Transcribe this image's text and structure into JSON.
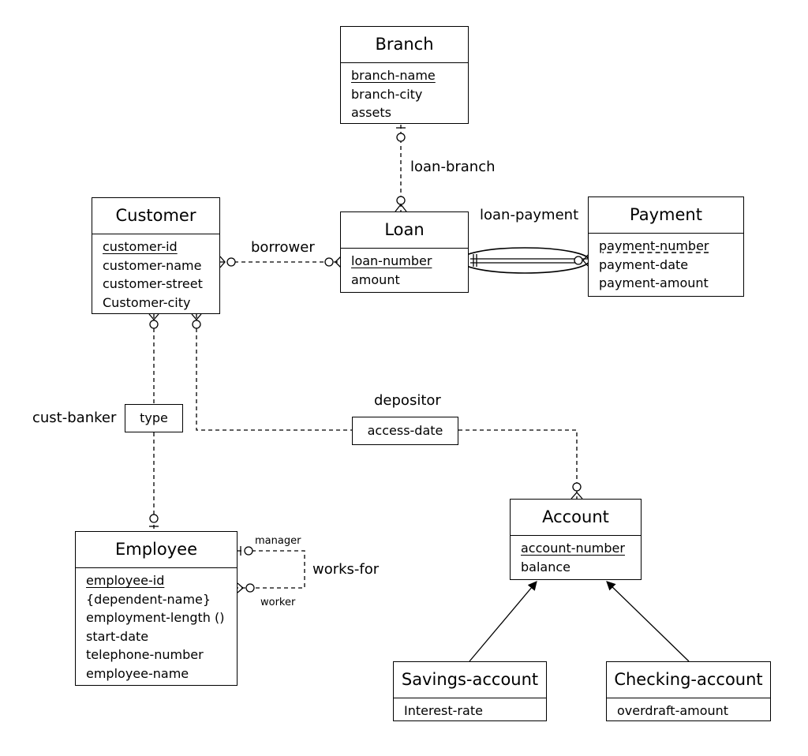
{
  "entities": {
    "branch": {
      "title": "Branch",
      "attrs": [
        "branch-name",
        "branch-city",
        "assets"
      ]
    },
    "customer": {
      "title": "Customer",
      "attrs": [
        "customer-id",
        "customer-name",
        "customer-street",
        "Customer-city"
      ]
    },
    "loan": {
      "title": "Loan",
      "attrs": [
        "loan-number",
        "amount"
      ]
    },
    "payment": {
      "title": "Payment",
      "attrs": [
        "payment-number",
        "payment-date",
        "payment-amount"
      ]
    },
    "employee": {
      "title": "Employee",
      "attrs": [
        "employee-id",
        "{dependent-name}",
        "employment-length ()",
        "start-date",
        "telephone-number",
        "employee-name"
      ]
    },
    "account": {
      "title": "Account",
      "attrs": [
        "account-number",
        "balance"
      ]
    },
    "savings": {
      "title": "Savings-account",
      "attrs": [
        "Interest-rate"
      ]
    },
    "checking": {
      "title": "Checking-account",
      "attrs": [
        "overdraft-amount"
      ]
    }
  },
  "relationships": {
    "loan_branch": "loan-branch",
    "borrower": "borrower",
    "loan_payment": "loan-payment",
    "cust_banker": "cust-banker",
    "cust_banker_attr": "type",
    "depositor": "depositor",
    "depositor_attr": "access-date",
    "works_for": "works-for",
    "manager_role": "manager",
    "worker_role": "worker"
  }
}
